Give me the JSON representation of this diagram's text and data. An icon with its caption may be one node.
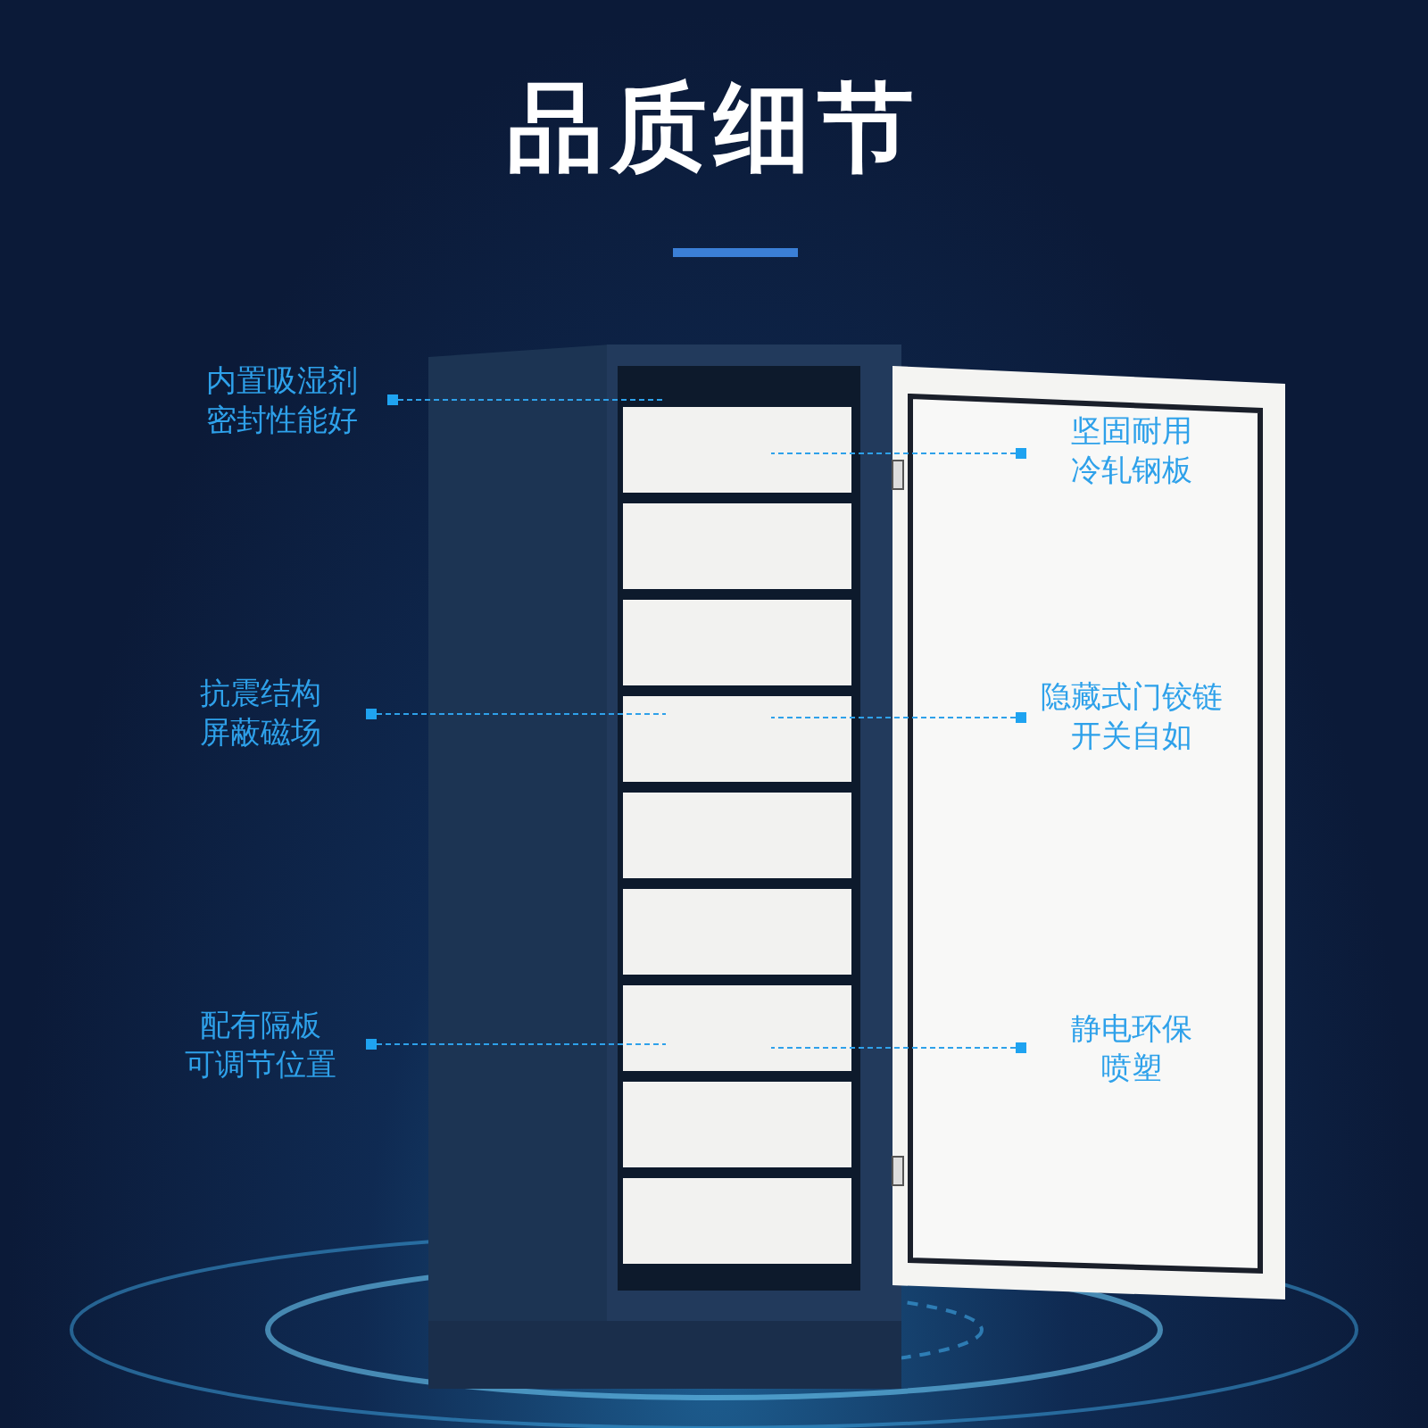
{
  "diagram": {
    "title": "品质细节",
    "nodes": [
      {
        "text": [
          "内置吸湿剂密封性能好"
        ]
      },
      {
        "text": [
          "抗震结构屏蔽磁场"
        ]
      },
      {
        "text": [
          "配有隔板可调节位置"
        ]
      },
      {
        "text": [
          "坚固耐用冷轧钢板"
        ]
      },
      {
        "text": [
          "隐藏式门铰链开关自如"
        ]
      },
      {
        "text": [
          "静电环保喷塑"
        ]
      }
    ],
    "edges": [
      {
        "from": 0,
        "to": null,
        "arrow": "other",
        "style": "dashed"
      },
      {
        "from": 1,
        "to": null,
        "arrow": "other",
        "style": "dashed"
      },
      {
        "from": 2,
        "to": null,
        "arrow": "other",
        "style": "dashed"
      },
      {
        "from": 3,
        "to": null,
        "arrow": "other",
        "style": "dashed"
      },
      {
        "from": 4,
        "to": null,
        "arrow": "other",
        "style": "dashed"
      },
      {
        "from": 5,
        "to": null,
        "arrow": "other",
        "style": "dashed"
      }
    ]
  }
}
